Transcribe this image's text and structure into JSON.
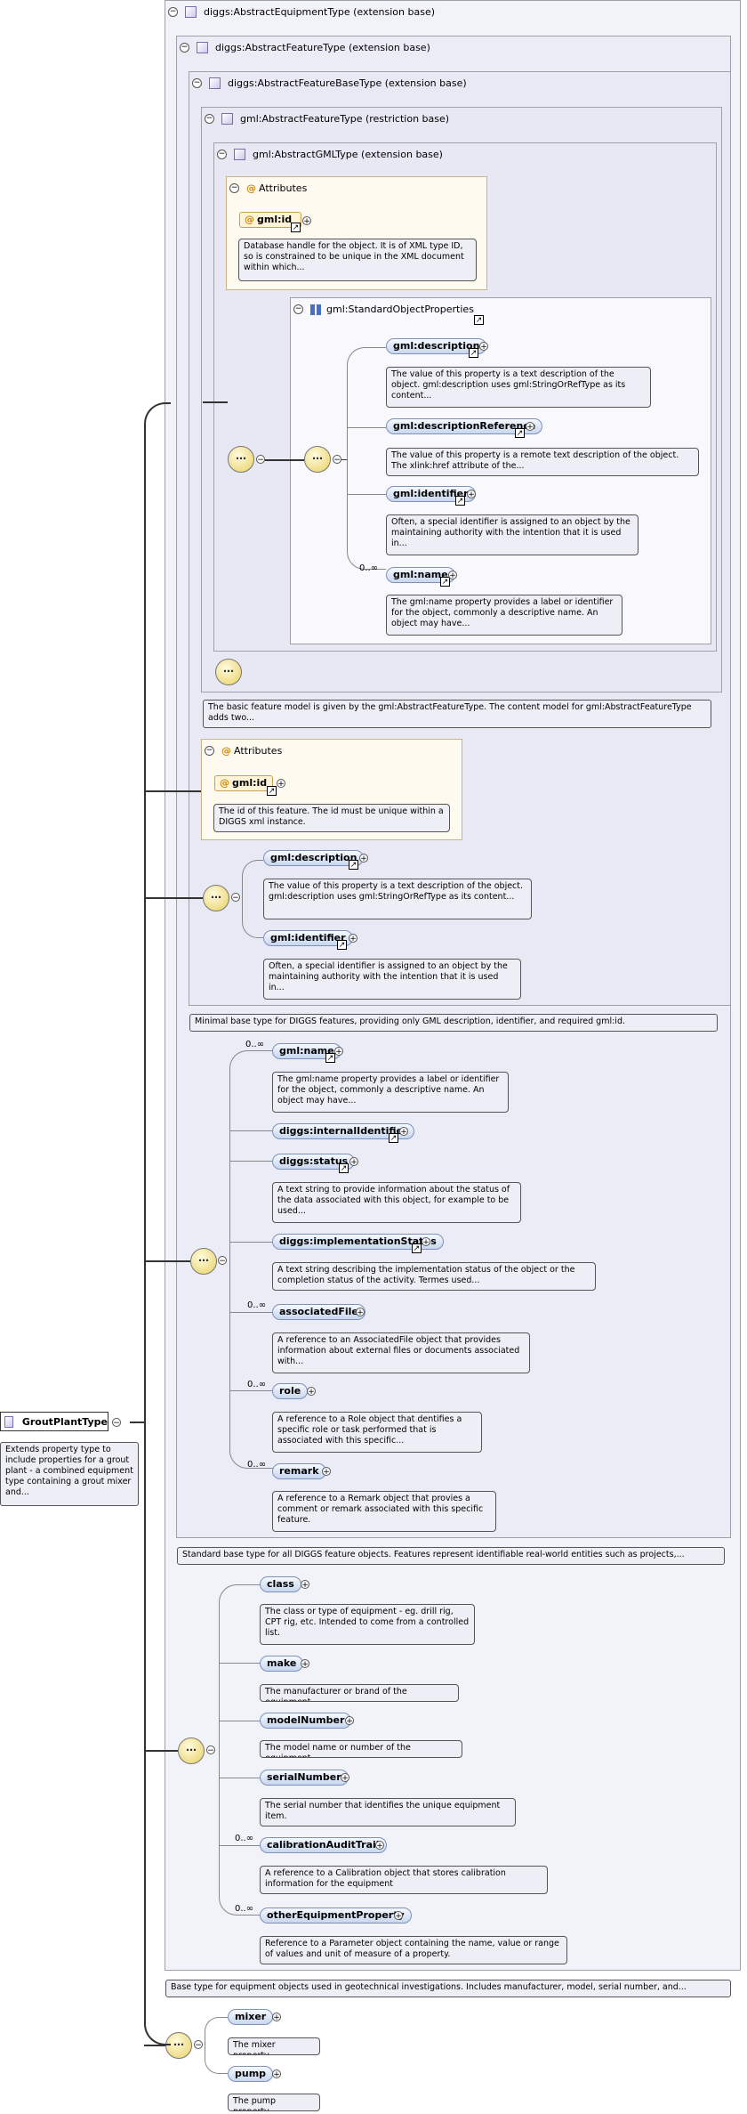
{
  "root": {
    "name": "GroutPlantType",
    "description": "Extends property type to include properties for a grout plant - a combined equipment type containing a grout mixer and..."
  },
  "headers": {
    "equipment": "diggs:AbstractEquipmentType (extension base)",
    "feature": "diggs:AbstractFeatureType (extension base)",
    "featureBase": "diggs:AbstractFeatureBaseType (extension base)",
    "gmlFeature": "gml:AbstractFeatureType (restriction base)",
    "gmlGml": "gml:AbstractGMLType (extension base)",
    "stdProps": "gml:StandardObjectProperties"
  },
  "attributes_label": "Attributes",
  "gml_id": {
    "name": "gml:id",
    "description": "Database handle for the object. It is of XML type ID, so is constrained to be unique in the XML document within which..."
  },
  "std_props": [
    {
      "name": "gml:description",
      "description": "The value of this property is a text description of the object. gml:description uses gml:StringOrRefType as its content..."
    },
    {
      "name": "gml:descriptionReference",
      "description": "The value of this property is a remote text description of the object. The xlink:href attribute of the..."
    },
    {
      "name": "gml:identifier",
      "description": "Often, a special identifier is assigned to an object by the maintaining authority with the intention that it is used in..."
    },
    {
      "name": "gml:name",
      "occurs": "0..∞",
      "description": "The gml:name property provides a label or identifier for the object, commonly a descriptive name. An object may have..."
    }
  ],
  "gml_feature_note": "The basic feature model is given by the gml:AbstractFeatureType. The content model for gml:AbstractFeatureType adds two...",
  "feature_base_id": {
    "name": "gml:id",
    "description": "The id of this feature. The id must be unique within a DIGGS xml instance."
  },
  "feature_base_elements": [
    {
      "name": "gml:description",
      "description": "The value of this property is a text description of the object. gml:description uses gml:StringOrRefType as its content..."
    },
    {
      "name": "gml:identifier",
      "description": "Often, a special identifier is assigned to an object by the maintaining authority with the intention that it is used in..."
    }
  ],
  "feature_base_note": "Minimal base type for DIGGS features, providing only GML description, identifier, and required gml:id.",
  "feature_elements": [
    {
      "name": "gml:name",
      "occurs": "0..∞",
      "description": "The gml:name property provides a label or identifier for the object, commonly a descriptive name. An object may have..."
    },
    {
      "name": "diggs:internalIdentifier",
      "description": ""
    },
    {
      "name": "diggs:status",
      "description": "A text string to provide information about the status of the data associated with this object, for example to be used..."
    },
    {
      "name": "diggs:implementationStatus",
      "description": "A text string describing the implementation status of the object or the completion status of the activity. Termes used..."
    },
    {
      "name": "associatedFile",
      "occurs": "0..∞",
      "description": "A reference to an AssociatedFile object that provides information about external files or documents associated with..."
    },
    {
      "name": "role",
      "occurs": "0..∞",
      "description": "A reference to a Role object that dentifies a specific role or task performed that is associated with this specific..."
    },
    {
      "name": "remark",
      "occurs": "0..∞",
      "description": "A reference to a Remark object that provies a comment or remark associated with this specific feature."
    }
  ],
  "feature_note": "Standard base type for all DIGGS feature objects. Features represent identifiable real-world entities such as projects,...",
  "equipment_elements": [
    {
      "name": "class",
      "description": "The class or type of equipment - eg. drill rig, CPT rig, etc. Intended to come from a controlled list."
    },
    {
      "name": "make",
      "description": "The manufacturer or brand of the equipment"
    },
    {
      "name": "modelNumber",
      "description": "The model name or number of the equipment"
    },
    {
      "name": "serialNumber",
      "description": "The serial number that identifies the unique equipment item."
    },
    {
      "name": "calibrationAuditTrail",
      "occurs": "0..∞",
      "description": "A reference to a Calibration object that stores calibration information for the equipment"
    },
    {
      "name": "otherEquipmentProperty",
      "occurs": "0..∞",
      "description": "Reference to a Parameter object containing the name, value or range of values and unit of measure of a property."
    }
  ],
  "equipment_note": "Base type for equipment objects used in geotechnical investigations. Includes manufacturer, model, serial number, and...",
  "grout_elements": [
    {
      "name": "mixer",
      "description": "The mixer property."
    },
    {
      "name": "pump",
      "description": "The pump property."
    }
  ]
}
